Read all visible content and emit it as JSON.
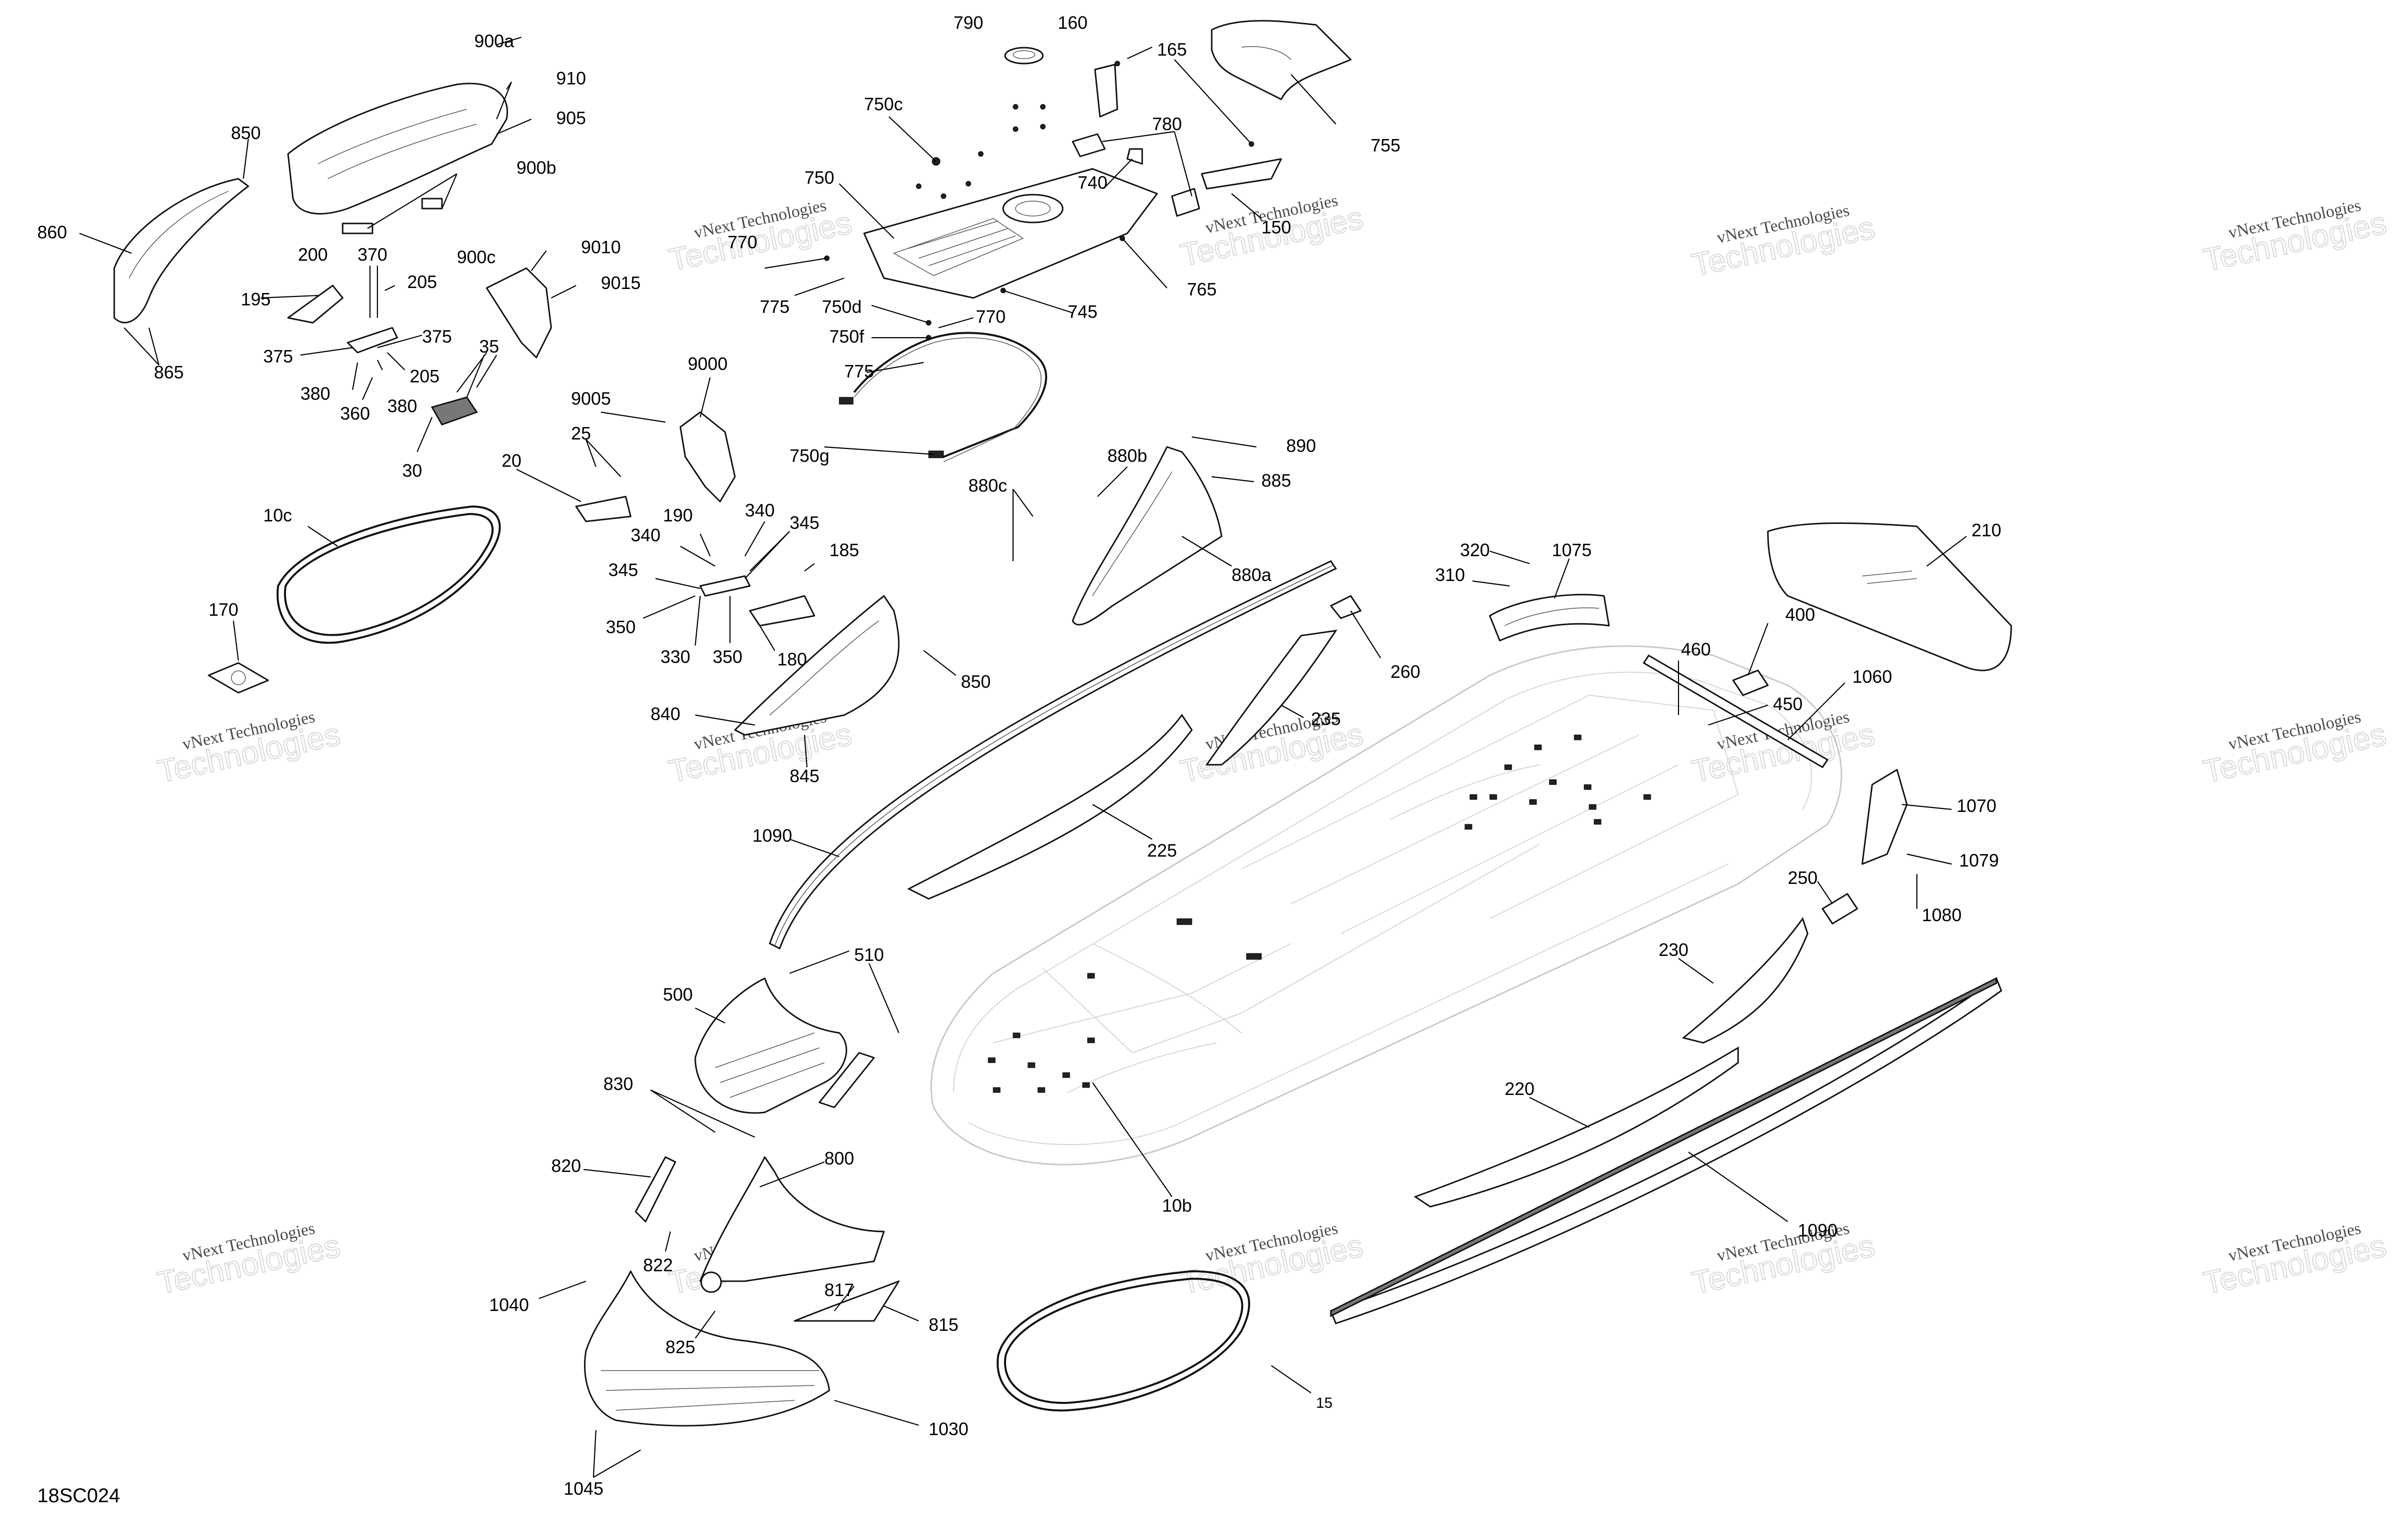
{
  "diagram_code": "18SC024",
  "watermark": {
    "line1": "vNext Technologies",
    "line2": "Technologies"
  },
  "labels": {
    "l790": "790",
    "l160": "160",
    "l165": "165",
    "l755": "755",
    "l750c": "750c",
    "l780": "780",
    "l740": "740",
    "l150": "150",
    "l750": "750",
    "l770a": "770",
    "l775a": "775",
    "l750d": "750d",
    "l750f": "750f",
    "l770b": "770",
    "l745": "745",
    "l765": "765",
    "l775b": "775",
    "l750g": "750g",
    "l900a": "900a",
    "l910": "910",
    "l905": "905",
    "l900b": "900b",
    "l900c": "900c",
    "l850a": "850",
    "l860": "860",
    "l865": "865",
    "l200": "200",
    "l370": "370",
    "l195": "195",
    "l205a": "205",
    "l375a": "375",
    "l375b": "375",
    "l380a": "380",
    "l360": "360",
    "l380b": "380",
    "l205b": "205",
    "l9010": "9010",
    "l9015": "9015",
    "l35": "35",
    "l30": "30",
    "l9005": "9005",
    "l9000": "9000",
    "l25": "25",
    "l20": "20",
    "l190": "190",
    "l340a": "340",
    "l345a": "345",
    "l340b": "340",
    "l345b": "345",
    "l185": "185",
    "l350a": "350",
    "l330": "330",
    "l350b": "350",
    "l180": "180",
    "l850b": "850",
    "l840": "840",
    "l845": "845",
    "l10c": "10c",
    "l170": "170",
    "l880b": "880b",
    "l890": "890",
    "l880c": "880c",
    "l885": "885",
    "l880a": "880a",
    "l260": "260",
    "l235": "235",
    "l225": "225",
    "l1090a": "1090",
    "l320": "320",
    "l1075": "1075",
    "l310": "310",
    "l210": "210",
    "l400": "400",
    "l460": "460",
    "l1060": "1060",
    "l450": "450",
    "l1070": "1070",
    "l1079": "1079",
    "l1080": "1080",
    "l250": "250",
    "l230": "230",
    "l220": "220",
    "l1090b": "1090",
    "l510": "510",
    "l500": "500",
    "l830": "830",
    "l820": "820",
    "l800": "800",
    "l822": "822",
    "l817": "817",
    "l815": "815",
    "l1040": "1040",
    "l825": "825",
    "l1030": "1030",
    "l1045": "1045",
    "l10b": "10b",
    "l15": "15"
  },
  "colors": {
    "ink": "#000000",
    "hull_grey": "#c8c8c8",
    "watermark_grey": "#d8d8d8"
  }
}
